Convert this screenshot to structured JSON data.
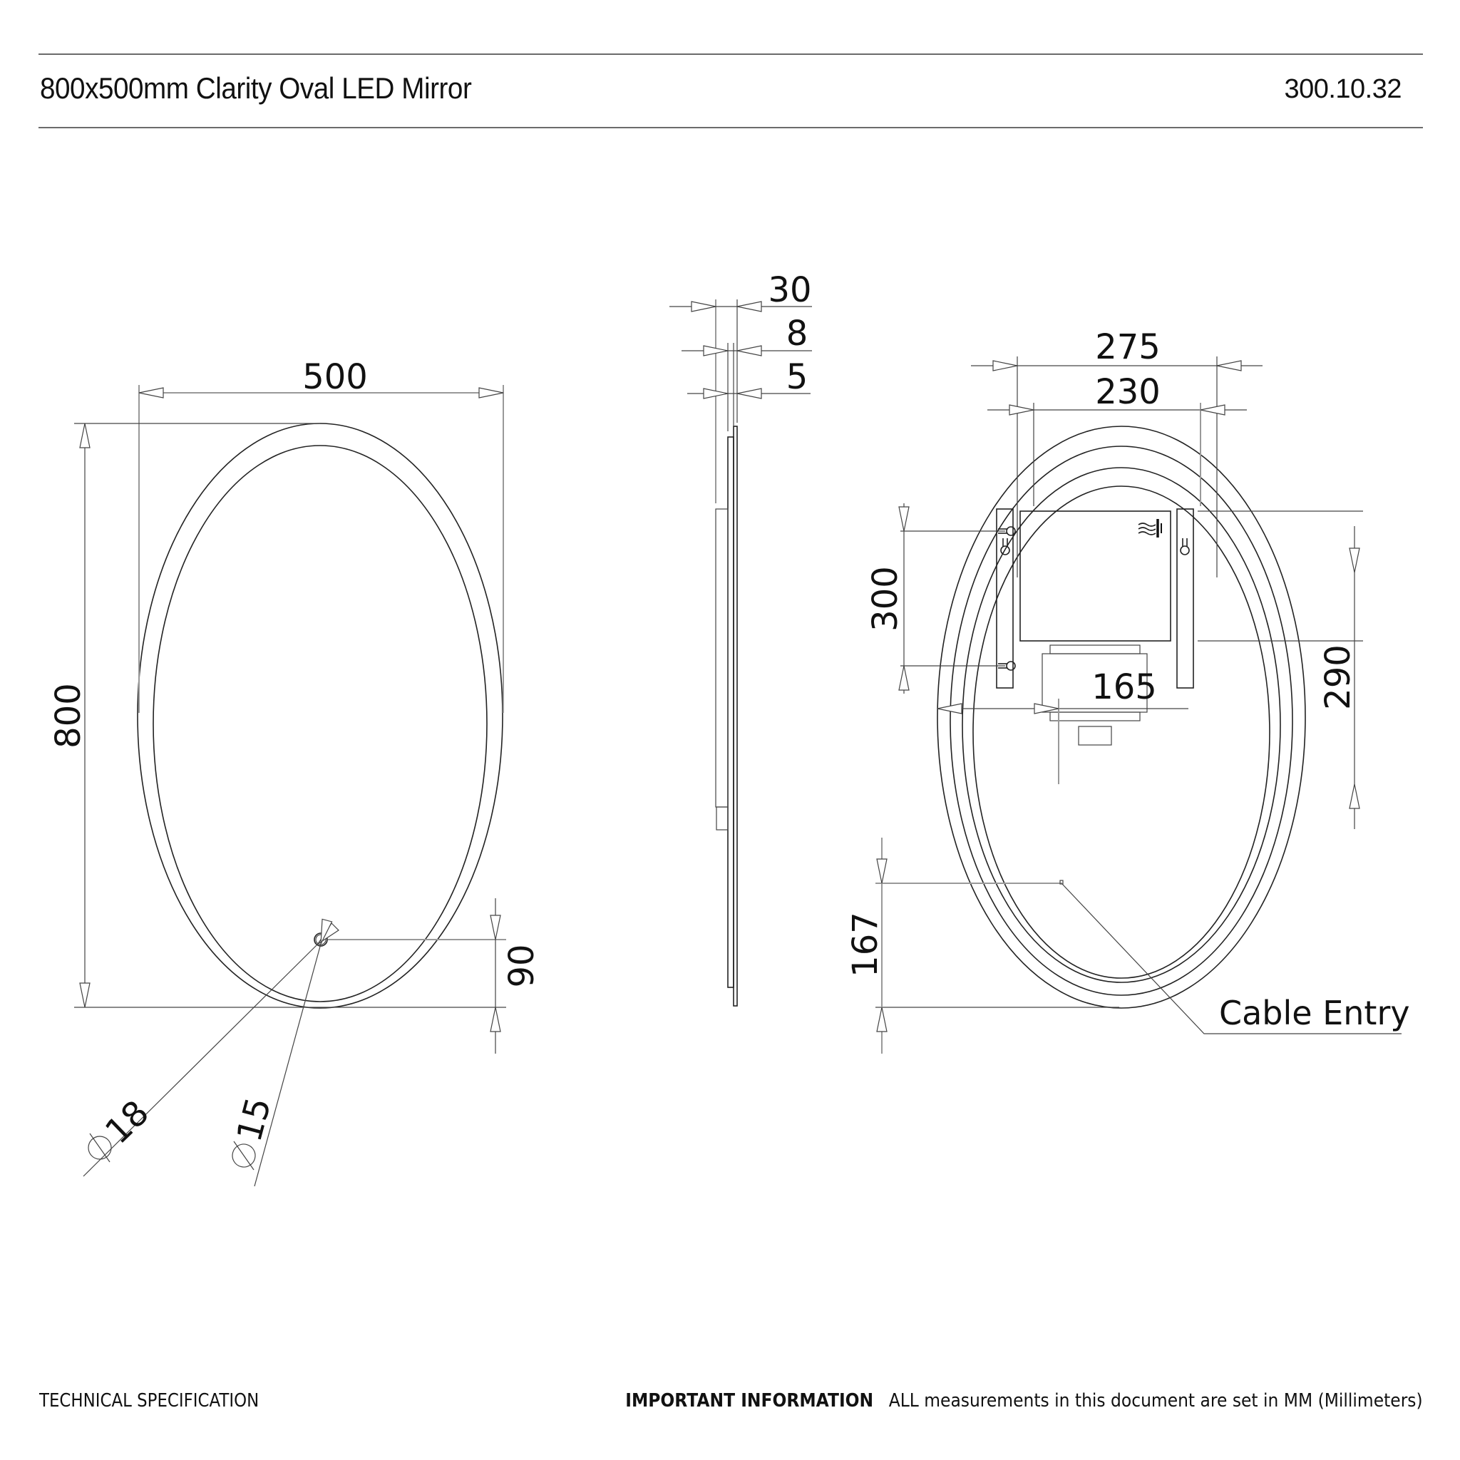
{
  "header": {
    "title": "800x500mm Clarity Oval LED Mirror",
    "product_code": "300.10.32"
  },
  "footer": {
    "left_label": "TECHNICAL SPECIFICATION",
    "important_label": "IMPORTANT INFORMATION",
    "important_text": "ALL measurements in this document are set in MM (Millimeters)"
  },
  "front_view": {
    "width_dim": "500",
    "height_dim": "800",
    "sensor_offset_dim": "90",
    "outer_diameter_label": "18",
    "inner_diameter_label": "15",
    "diameter_symbol": "diameter-icon"
  },
  "side_view": {
    "depth_total_dim": "30",
    "depth_mid_dim": "8",
    "glass_dim": "5"
  },
  "rear_view": {
    "outer_bracket_span_dim": "275",
    "inner_bracket_span_dim": "230",
    "hole_vertical_spacing_dim": "300",
    "demister_height_dim": "290",
    "demister_offset_dim": "165",
    "cable_entry_height_dim": "167",
    "cable_entry_label": "Cable Entry",
    "demister_symbol": "demister-heat-icon"
  }
}
